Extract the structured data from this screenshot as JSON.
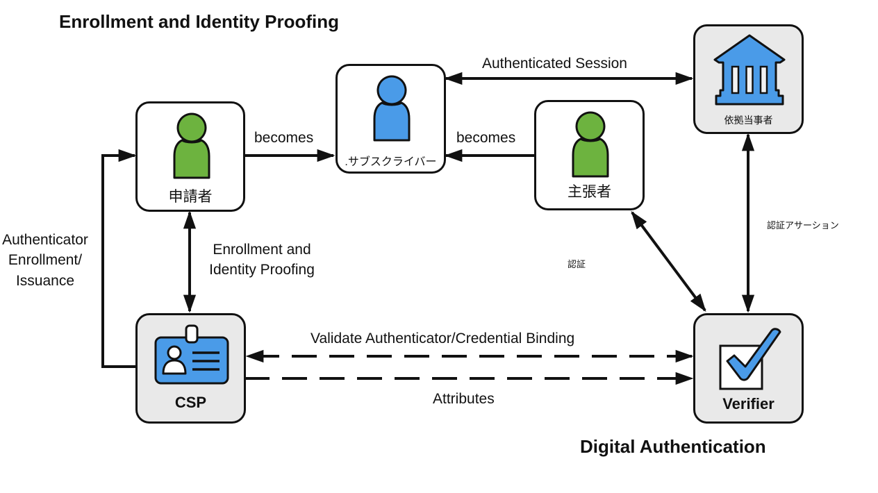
{
  "titles": {
    "enrollment": "Enrollment and Identity Proofing",
    "digital": "Digital Authentication"
  },
  "nodes": {
    "applicant": {
      "label": "申請者",
      "icon": "person-icon",
      "icon_color": "#6db33f"
    },
    "subscriber": {
      "label": ".サブスクライバー",
      "icon": "person-icon",
      "icon_color": "#4a9be8"
    },
    "claimant": {
      "label": "主張者",
      "icon": "person-icon",
      "icon_color": "#6db33f"
    },
    "relying_party": {
      "label": "依拠当事者",
      "icon": "bank-building-icon",
      "icon_color": "#4a9be8"
    },
    "csp": {
      "label": "CSP",
      "icon": "id-badge-icon",
      "icon_color": "#4a9be8"
    },
    "verifier": {
      "label": "Verifier",
      "icon": "checkbox-checkmark-icon",
      "icon_color": "#4a9be8"
    }
  },
  "edges": {
    "applicant_to_subscriber": "becomes",
    "claimant_to_subscriber": "becomes",
    "subscriber_relying_party": "Authenticated Session",
    "applicant_csp_line1": "Enrollment and",
    "applicant_csp_line2": "Identity Proofing",
    "csp_to_applicant_line1": "Authenticator",
    "csp_to_applicant_line2": "Enrollment/",
    "csp_to_applicant_line3": "Issuance",
    "csp_verifier_validate": "Validate Authenticator/Credential Binding",
    "csp_verifier_attributes": "Attributes",
    "claimant_verifier": "認証",
    "relying_party_verifier": "認証アサーション"
  },
  "colors": {
    "stroke": "#111111",
    "green": "#6db33f",
    "blue": "#4a9be8",
    "grey_fill": "#e9e9e9"
  }
}
